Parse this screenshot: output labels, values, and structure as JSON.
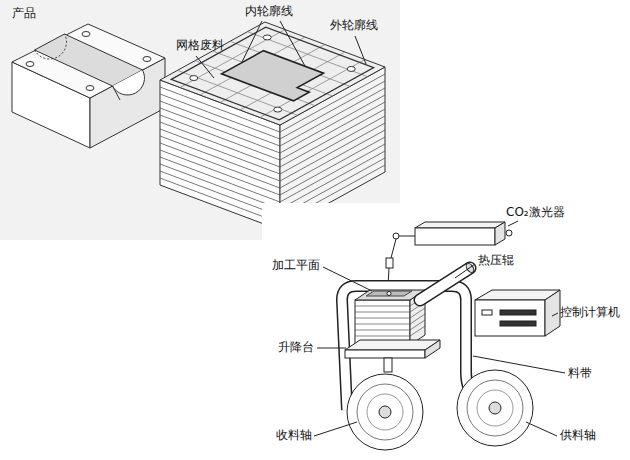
{
  "diagram": {
    "labels": [
      "产品",
      "内轮廓线",
      "外轮廓线",
      "网格废料",
      "CO₂激光器",
      "加工平面",
      "热压辊",
      "控制计算机",
      "升降台",
      "料带",
      "收料轴",
      "供料轴"
    ]
  }
}
